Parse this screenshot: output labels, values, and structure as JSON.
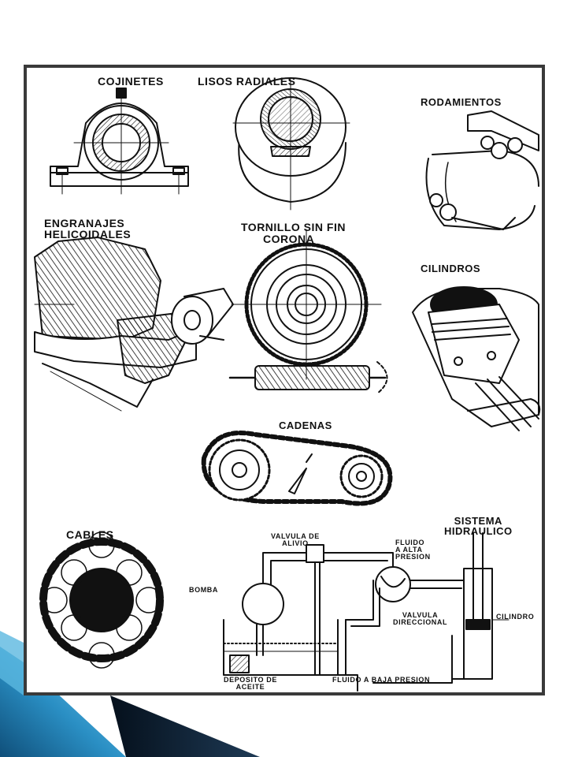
{
  "labels": {
    "cojinetes": "COJINETES",
    "lisos_radiales": "LISOS  RADIALES",
    "rodamientos": "RODAMIENTOS",
    "engranajes": "ENGRANAJES\nHELICOIDALES",
    "tornillo": "TORNILLO SIN FIN",
    "corona": "CORONA",
    "cilindros": "CILINDROS",
    "cadenas": "CADENAS",
    "cables": "CABLES",
    "sistema": "SISTEMA\nHIDRAULICO"
  },
  "hydraulic": {
    "valvula_alivio": "VALVULA  DE\nALIVIO",
    "fluido_alta": "FLUIDO\nA ALTA\nPRESION",
    "bomba": "BOMBA",
    "valvula_direccional": "VALVULA\nDIRECCIONAL",
    "cilindro": "CILINDRO",
    "deposito": "DEPOSITO  DE\nACEITE",
    "fluido_baja": "FLUIDO A BAJA PRESION"
  },
  "colors": {
    "ink": "#111111",
    "frame": "#3a3a3a",
    "corner_dark": "#0b1a2a",
    "corner_mid": "#1a6a9a",
    "corner_light": "#6fc4ea"
  }
}
